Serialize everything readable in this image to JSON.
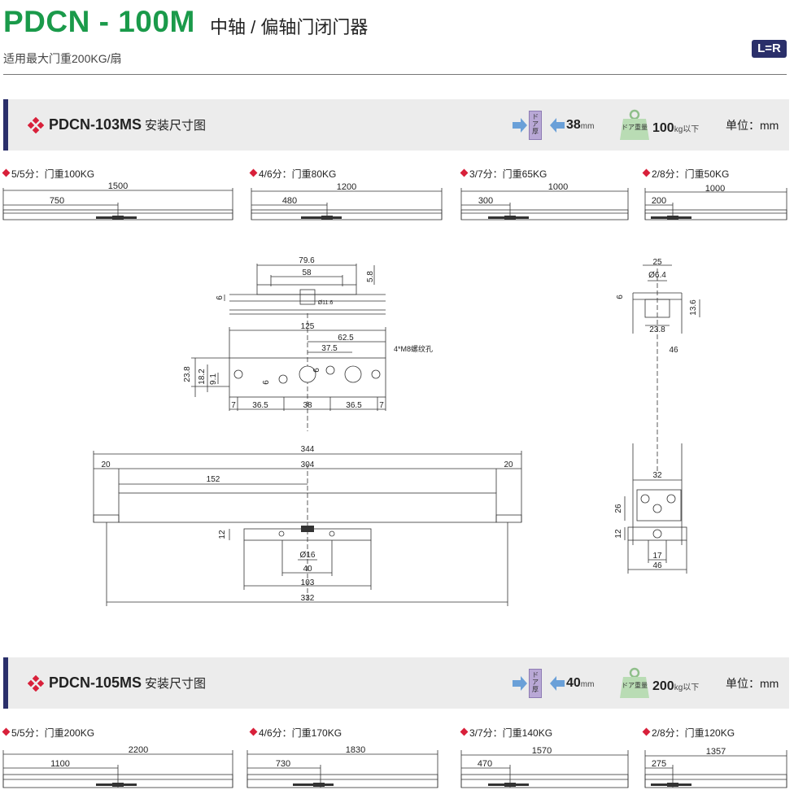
{
  "header": {
    "model": "PDCN - 100M",
    "subtitle_cn": "中轴 / 偏轴门闭门器",
    "applicable": "适用最大门重200KG/扇",
    "badge": "L=R"
  },
  "colors": {
    "brand_green": "#1a9a4a",
    "navy": "#2a2f6a",
    "accent_red": "#d8203a",
    "section_bg": "#ececec"
  },
  "sections": [
    {
      "model": "PDCN-103MS",
      "title_cn": "安装尺寸图",
      "door_label": "ドア厚",
      "thickness": "38",
      "thickness_unit": "mm",
      "weight_label": "ドア重量",
      "weight": "100",
      "weight_unit": "kg以下",
      "unit_label": "单位：mm",
      "options": [
        {
          "label": "5/5分：门重100KG",
          "total": "1500",
          "offset": "750"
        },
        {
          "label": "4/6分：门重80KG",
          "total": "1200",
          "offset": "480"
        },
        {
          "label": "3/7分：门重65KG",
          "total": "1000",
          "offset": "300"
        },
        {
          "label": "2/8分：门重50KG",
          "total": "1000",
          "offset": "200"
        }
      ]
    },
    {
      "model": "PDCN-105MS",
      "title_cn": "安装尺寸图",
      "door_label": "ドア厚",
      "thickness": "40",
      "thickness_unit": "mm",
      "weight_label": "ドア重量",
      "weight": "200",
      "weight_unit": "kg以下",
      "unit_label": "单位：mm",
      "options": [
        {
          "label": "5/5分：门重200KG",
          "total": "2200",
          "offset": "1100"
        },
        {
          "label": "4/6分：门重170KG",
          "total": "1830",
          "offset": "730"
        },
        {
          "label": "3/7分：门重140KG",
          "total": "1570",
          "offset": "470"
        },
        {
          "label": "2/8分：门重120KG",
          "total": "1357",
          "offset": "275"
        }
      ]
    }
  ],
  "drawing": {
    "top_plate": {
      "w1": "79.6",
      "w2": "58",
      "h1": "5.8",
      "t": "6",
      "hole": "Ø11.6"
    },
    "plate": {
      "w_total": "125",
      "w_half": "62.5",
      "w_hole": "37.5",
      "h1": "23.8",
      "h2": "18.2",
      "h3": "9.1",
      "h4": "6",
      "h5": "6",
      "note": "4*M8螺纹孔",
      "b1": "7",
      "b2": "36.5",
      "b3": "38",
      "b4": "36.5",
      "b5": "7"
    },
    "body": {
      "w_total": "344",
      "w_inner": "304",
      "end_left": "20",
      "end_right": "20",
      "center": "152",
      "h": "12",
      "dia": "Ø16",
      "w40": "40",
      "w103": "103",
      "w332": "332"
    },
    "side": {
      "w25": "25",
      "dia": "Ø6.4",
      "t6": "6",
      "h136": "13.6",
      "w238": "23.8",
      "h46": "46",
      "w32": "32",
      "h26": "26",
      "h12": "12",
      "w17": "17",
      "w46": "46"
    }
  }
}
